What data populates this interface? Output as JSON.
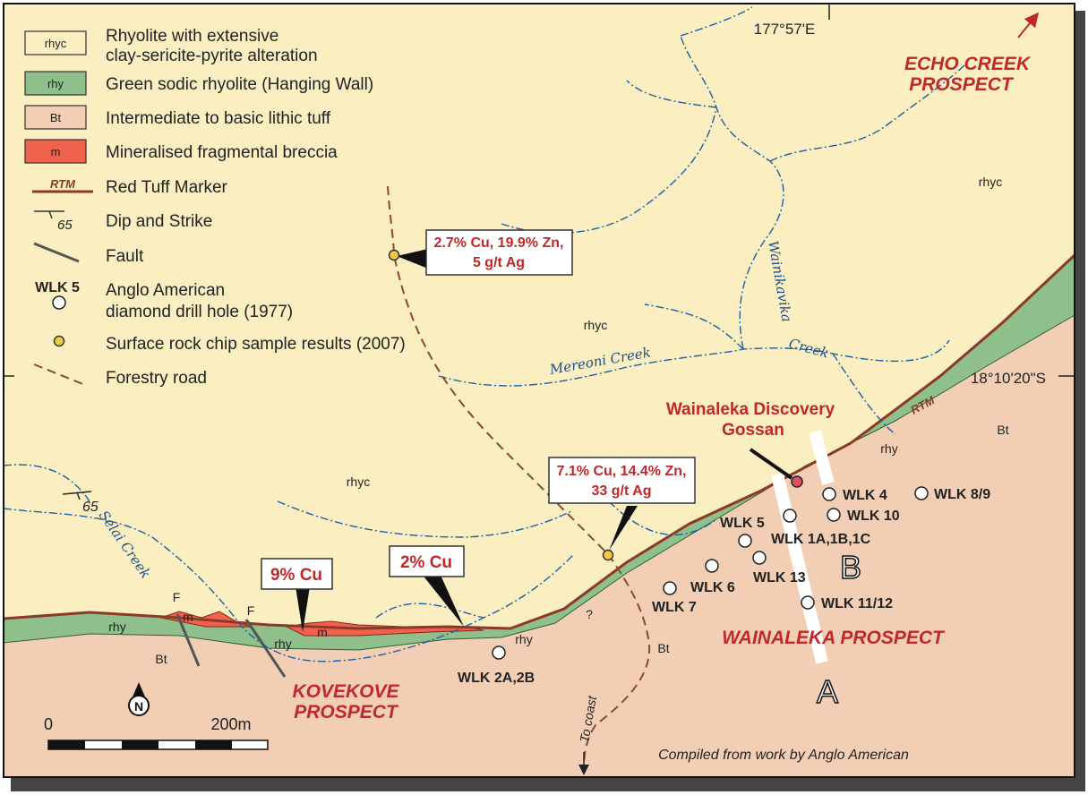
{
  "legend": {
    "items": [
      {
        "code": "rhyc",
        "line1": "Rhyolite with extensive",
        "line2": "clay-sericite-pyrite alteration",
        "color": "#fbeec0"
      },
      {
        "code": "rhy",
        "line1": "Green sodic rhyolite (Hanging Wall)",
        "color": "#8fbf8a"
      },
      {
        "code": "Bt",
        "line1": "Intermediate to basic lithic tuff",
        "color": "#f2cfb4"
      },
      {
        "code": "m",
        "line1": "Mineralised fragmental breccia",
        "color": "#f0614e"
      },
      {
        "code": "RTM",
        "line1": "Red Tuff Marker"
      },
      {
        "code": "65",
        "line1": "Dip and Strike"
      },
      {
        "line1": "Fault"
      },
      {
        "code": "WLK 5",
        "line1": "Anglo American",
        "line2": "diamond drill hole (1977)"
      },
      {
        "line1": "Surface rock chip sample results (2007)"
      },
      {
        "line1": "Forestry road"
      }
    ]
  },
  "coords": {
    "longitude": "177°57'E",
    "latitude": "18°10'20\"S"
  },
  "prospects": {
    "echo_line1": "ECHO CREEK",
    "echo_line2": "PROSPECT",
    "wainaleka": "WAINALEKA PROSPECT",
    "kovekove_line1": "KOVEKOVE",
    "kovekove_line2": "PROSPECT"
  },
  "gossan": {
    "line1": "Wainaleka Discovery",
    "line2": "Gossan"
  },
  "samples": [
    {
      "line1": "2.7% Cu, 19.9% Zn,",
      "line2": "5 g/t Ag"
    },
    {
      "line1": "7.1% Cu, 14.4% Zn,",
      "line2": "33 g/t Ag"
    },
    {
      "line1": "9% Cu"
    },
    {
      "line1": "2% Cu"
    }
  ],
  "creeks": {
    "mereoni": "Mereoni Creek",
    "wainikavika": "Wainikavika",
    "creek": "Creek",
    "selai": "Selai Creek"
  },
  "units": {
    "rhyc": "rhyc",
    "rhy": "rhy",
    "bt": "Bt",
    "m": "m",
    "fault_f": "F",
    "rtm": "RTM",
    "question": "?"
  },
  "dip": "65",
  "drill_holes": [
    "WLK 4",
    "WLK 8/9",
    "WLK 10",
    "WLK 5",
    "WLK 1A,1B,1C",
    "WLK 13",
    "WLK 6",
    "WLK 7",
    "WLK 11/12",
    "WLK 2A,2B"
  ],
  "section": {
    "a": "A",
    "b": "B"
  },
  "road_label": "To coast",
  "north": "N",
  "scale": {
    "zero": "0",
    "max": "200m"
  },
  "credit": "Compiled from work by Anglo American"
}
